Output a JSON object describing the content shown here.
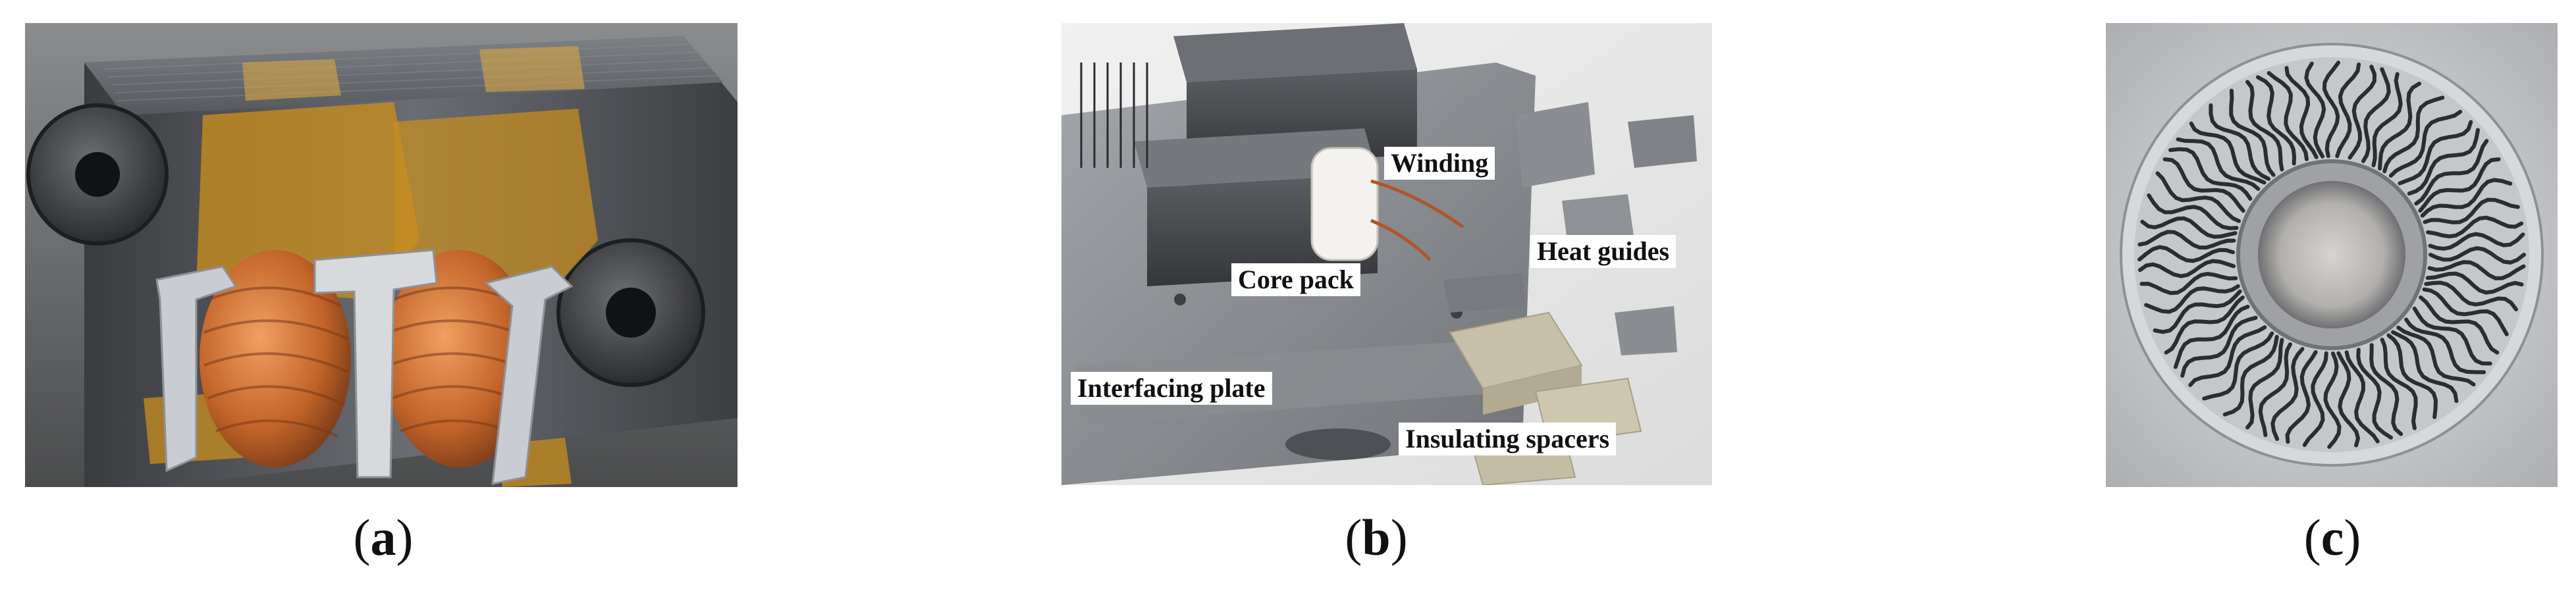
{
  "figure": {
    "panels": [
      {
        "id": "a",
        "caption_open": "(",
        "caption_letter": "a",
        "caption_close": ")",
        "photo_subject": "stator-segment-with-copper-coils"
      },
      {
        "id": "b",
        "caption_open": "(",
        "caption_letter": "b",
        "caption_close": ")",
        "photo_subject": "test-assembly-parts",
        "callouts": {
          "winding": "Winding",
          "heat_guides": "Heat guides",
          "core_pack": "Core pack",
          "interfacing_plate": "Interfacing plate",
          "insulating_spacers": "Insulating spacers"
        }
      },
      {
        "id": "c",
        "caption_open": "(",
        "caption_letter": "c",
        "caption_close": ")",
        "photo_subject": "radial-channel-cold-plate"
      }
    ]
  },
  "colors": {
    "copper": "#c2642a",
    "kapton_tape": "#c98d1e",
    "steel_dark": "#4a4c50",
    "steel_light": "#b9bcc0",
    "ceramic": "#c8bfa8",
    "aluminium": "#c9cacc"
  }
}
